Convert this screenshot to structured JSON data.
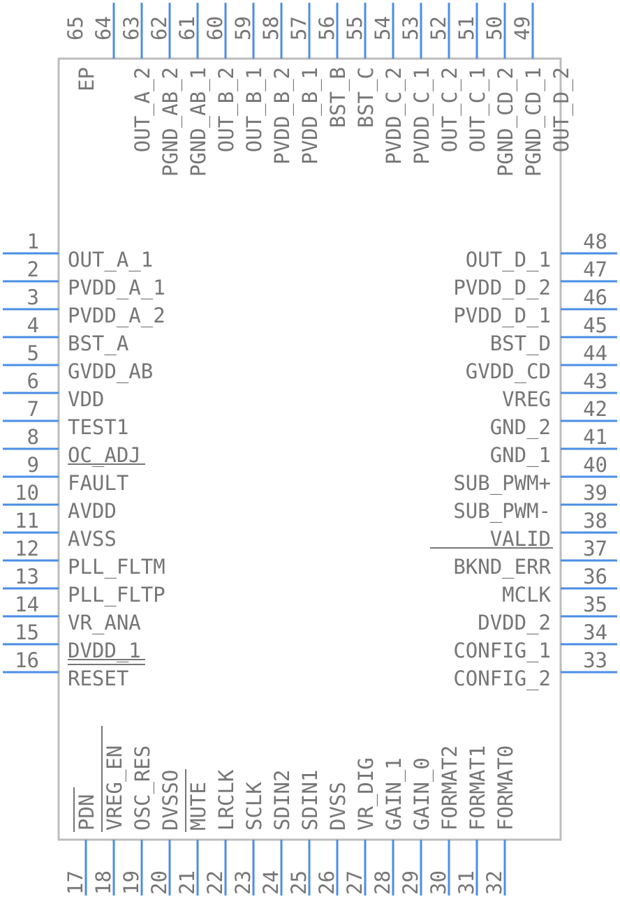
{
  "component": {
    "left_pins": [
      {
        "num": "1",
        "name": "OUT_A_1"
      },
      {
        "num": "2",
        "name": "PVDD_A_1"
      },
      {
        "num": "3",
        "name": "PVDD_A_2"
      },
      {
        "num": "4",
        "name": "BST_A"
      },
      {
        "num": "5",
        "name": "GVDD_AB"
      },
      {
        "num": "6",
        "name": "VDD"
      },
      {
        "num": "7",
        "name": "TEST1"
      },
      {
        "num": "8",
        "name": "OC_ADJ"
      },
      {
        "num": "9",
        "name": "FAULT"
      },
      {
        "num": "10",
        "name": "AVDD"
      },
      {
        "num": "11",
        "name": "AVSS"
      },
      {
        "num": "12",
        "name": "PLL_FLTM"
      },
      {
        "num": "13",
        "name": "PLL_FLTP"
      },
      {
        "num": "14",
        "name": "VR_ANA"
      },
      {
        "num": "15",
        "name": "DVDD_1"
      },
      {
        "num": "16",
        "name": "RESET"
      }
    ],
    "right_pins": [
      {
        "num": "48",
        "name": "OUT_D_1"
      },
      {
        "num": "47",
        "name": "PVDD_D_2"
      },
      {
        "num": "46",
        "name": "PVDD_D_1"
      },
      {
        "num": "45",
        "name": "BST_D"
      },
      {
        "num": "44",
        "name": "GVDD_CD"
      },
      {
        "num": "43",
        "name": "VREG"
      },
      {
        "num": "42",
        "name": "GND_2"
      },
      {
        "num": "41",
        "name": "GND_1"
      },
      {
        "num": "40",
        "name": "SUB_PWM+"
      },
      {
        "num": "39",
        "name": "SUB_PWM-"
      },
      {
        "num": "38",
        "name": "VALID"
      },
      {
        "num": "37",
        "name": "BKND_ERR"
      },
      {
        "num": "36",
        "name": "MCLK"
      },
      {
        "num": "35",
        "name": "DVDD_2"
      },
      {
        "num": "34",
        "name": "CONFIG_1"
      },
      {
        "num": "33",
        "name": "CONFIG_2"
      }
    ],
    "bottom_pins": [
      {
        "num": "17",
        "name": "PDN"
      },
      {
        "num": "18",
        "name": "VREG_EN"
      },
      {
        "num": "19",
        "name": "OSC_RES"
      },
      {
        "num": "20",
        "name": "DVSSO"
      },
      {
        "num": "21",
        "name": "MUTE"
      },
      {
        "num": "22",
        "name": "LRCLK"
      },
      {
        "num": "23",
        "name": "SCLK"
      },
      {
        "num": "24",
        "name": "SDIN2"
      },
      {
        "num": "25",
        "name": "SDIN1"
      },
      {
        "num": "26",
        "name": "DVSS"
      },
      {
        "num": "27",
        "name": "VR_DIG"
      },
      {
        "num": "28",
        "name": "GAIN_1"
      },
      {
        "num": "29",
        "name": "GAIN_0"
      },
      {
        "num": "30",
        "name": "FORMAT2"
      },
      {
        "num": "31",
        "name": "FORMAT1"
      },
      {
        "num": "32",
        "name": "FORMAT0"
      }
    ],
    "top_pins": [
      {
        "num": "65",
        "name": "EP"
      },
      {
        "num": "64",
        "name": "OUT_A_2"
      },
      {
        "num": "63",
        "name": "PGND_AB_2"
      },
      {
        "num": "62",
        "name": "PGND_AB_1"
      },
      {
        "num": "61",
        "name": "OUT_B_2"
      },
      {
        "num": "60",
        "name": "OUT_B_1"
      },
      {
        "num": "59",
        "name": "PVDD_B_2"
      },
      {
        "num": "58",
        "name": "PVDD_B_1"
      },
      {
        "num": "57",
        "name": "BST_B"
      },
      {
        "num": "56",
        "name": "BST_C"
      },
      {
        "num": "55",
        "name": "PVDD_C_2"
      },
      {
        "num": "54",
        "name": "PVDD_C_1"
      },
      {
        "num": "53",
        "name": "OUT_C_2"
      },
      {
        "num": "52",
        "name": "OUT_C_1"
      },
      {
        "num": "51",
        "name": "PGND_CD_2"
      },
      {
        "num": "50",
        "name": "PGND_CD_1"
      },
      {
        "num": "49",
        "name": "OUT_D_2"
      }
    ]
  },
  "colors": {
    "pin": "#4a8ee6",
    "body_outline": "#bdbdbd",
    "text": "#767676"
  }
}
